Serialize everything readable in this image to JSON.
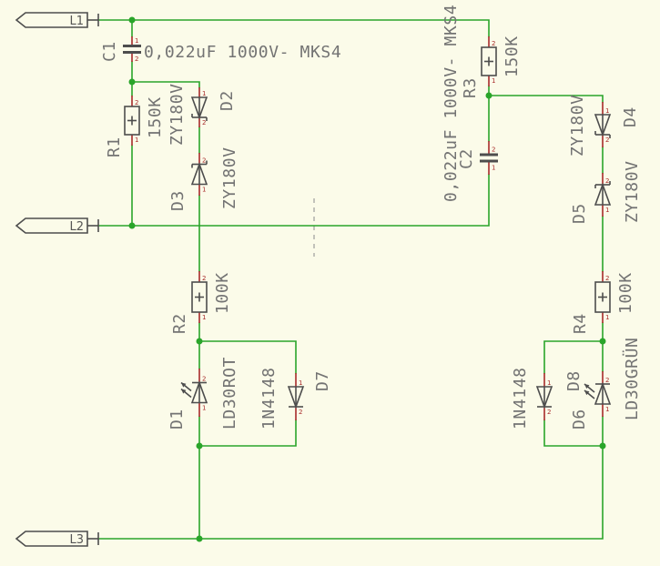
{
  "colors": {
    "background": "#fbfbe9",
    "wire": "#2aa52a",
    "symbol": "#4d4d4d",
    "pin": "#a82a2a",
    "text": "#737373"
  },
  "net_labels": {
    "l1": "L1",
    "l2": "L2",
    "l3": "L3"
  },
  "components": {
    "c1": {
      "name": "C1",
      "value": "0,022uF 1000V- MKS4",
      "pins": [
        "1",
        "2"
      ]
    },
    "r1": {
      "name": "R1",
      "value": "150K",
      "pins": [
        "2",
        "1"
      ]
    },
    "d2": {
      "name": "D2",
      "value": "ZY180V",
      "pins": [
        "1",
        "2"
      ]
    },
    "d3": {
      "name": "D3",
      "value": "ZY180V",
      "pins": [
        "2",
        "1"
      ]
    },
    "r2": {
      "name": "R2",
      "value": "100K",
      "pins": [
        "2",
        "1"
      ]
    },
    "d1": {
      "name": "D1",
      "value": "LD30ROT",
      "pins": [
        "2",
        "1"
      ]
    },
    "d7": {
      "name": "D7",
      "value": "1N4148",
      "pins": [
        "1",
        "2"
      ]
    },
    "r3": {
      "name": "R3",
      "value": "150K",
      "pins": [
        "2",
        "1"
      ]
    },
    "c2": {
      "name": "C2",
      "value": "0,022uF 1000V- MKS4",
      "pins": [
        "2",
        "1"
      ]
    },
    "d4": {
      "name": "D4",
      "value": "ZY180V",
      "pins": [
        "1",
        "2"
      ]
    },
    "d5": {
      "name": "D5",
      "value": "ZY180V",
      "pins": [
        "2",
        "1"
      ]
    },
    "r4": {
      "name": "R4",
      "value": "100K",
      "pins": [
        "2",
        "1"
      ]
    },
    "d8": {
      "name": "D8",
      "value": "1N4148",
      "pins": [
        "1",
        "2"
      ]
    },
    "d6": {
      "name": "D6",
      "value": "LD30GRÜN",
      "pins": [
        "2",
        "1"
      ]
    }
  }
}
